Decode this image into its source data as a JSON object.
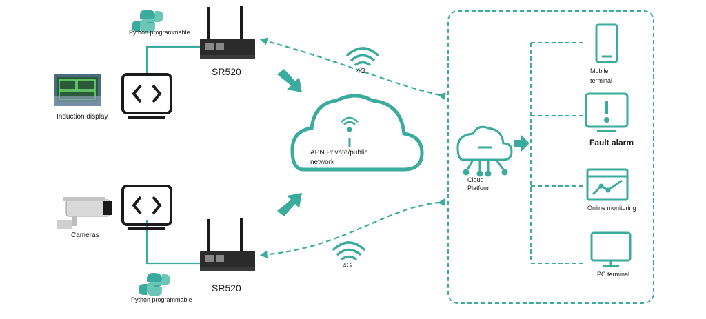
{
  "left_top": {
    "python_label": "Python programmable",
    "router_label": "SR520",
    "device_label": "Induction display"
  },
  "left_bottom": {
    "python_label": "Python programmable",
    "router_label": "SR520",
    "device_label": "Cameras"
  },
  "network": {
    "link_top": "4G",
    "link_bottom": "4G",
    "cloud_label_line1": "APN Private/public",
    "cloud_label_line2": "network"
  },
  "platform": {
    "label_line1": "Cloud",
    "label_line2": "Platform"
  },
  "endpoints": {
    "mobile_line1": "Mobile",
    "mobile_line2": "terminal",
    "fault": "Fault alarm",
    "online": "Online monitoring",
    "pc": "PC terminal"
  },
  "colors": {
    "accent": "#3aab9c",
    "dark": "#1b1b1b"
  }
}
